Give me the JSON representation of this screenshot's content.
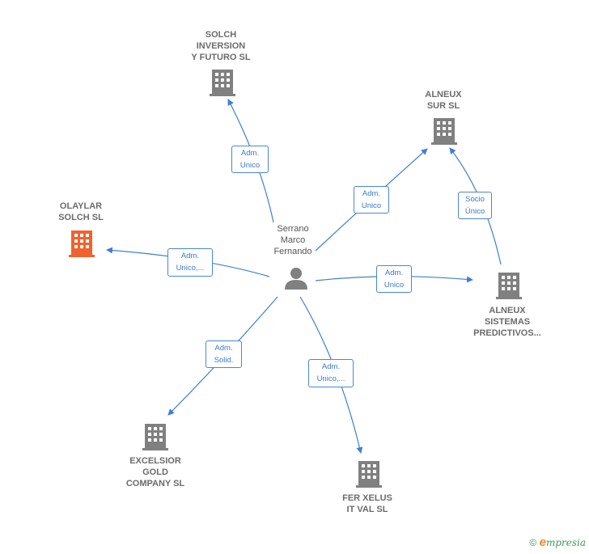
{
  "center": {
    "label": "Serrano\nMarco\nFernando",
    "icon": "person-icon"
  },
  "companies": [
    {
      "id": "solch",
      "label": "SOLCH\nINVERSION\nY FUTURO  SL",
      "icon": "building-icon",
      "color": "#808080"
    },
    {
      "id": "alneux-sur",
      "label": "ALNEUX\nSUR  SL",
      "icon": "building-icon",
      "color": "#808080"
    },
    {
      "id": "olaylar",
      "label": "OLAYLAR\nSOLCH  SL",
      "icon": "building-icon",
      "color": "#f0632e"
    },
    {
      "id": "alneux-sistemas",
      "label": "ALNEUX\nSISTEMAS\nPREDICTIVOS...",
      "icon": "building-icon",
      "color": "#808080"
    },
    {
      "id": "excelsior",
      "label": "EXCELSIOR\nGOLD\nCOMPANY  SL",
      "icon": "building-icon",
      "color": "#808080"
    },
    {
      "id": "fer-xelus",
      "label": "FER XELUS\nIT VAL  SL",
      "icon": "building-icon",
      "color": "#808080"
    }
  ],
  "relations": [
    {
      "id": "rel-solch",
      "label": "Adm.\nUnico"
    },
    {
      "id": "rel-alneux-sur",
      "label": "Adm.\nUnico"
    },
    {
      "id": "rel-olaylar",
      "label": "Adm.\nUnico,..."
    },
    {
      "id": "rel-alneux-sistemas",
      "label": "Adm.\nUnico"
    },
    {
      "id": "rel-socio",
      "label": "Socio\nÚnico"
    },
    {
      "id": "rel-excelsior",
      "label": "Adm.\nSolid."
    },
    {
      "id": "rel-fer-xelus",
      "label": "Adm.\nUnico,..."
    }
  ],
  "colors": {
    "edge": "#3f7fd4",
    "building": "#808080",
    "highlight": "#f0632e"
  },
  "footer": {
    "copyright": "©",
    "brand_initial": "e",
    "brand_rest": "mpresia"
  }
}
